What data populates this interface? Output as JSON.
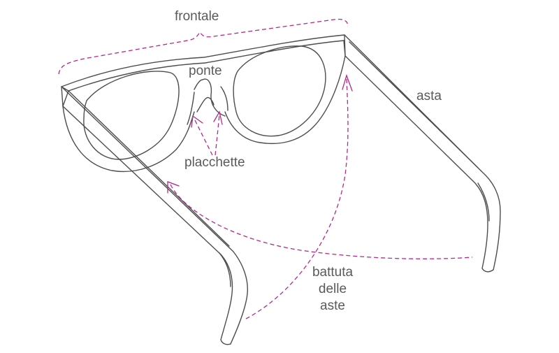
{
  "colors": {
    "line": "#4d4d4d",
    "accent": "#b5288f",
    "text": "#5a5a5a"
  },
  "labels": {
    "frontale": "frontale",
    "ponte": "ponte",
    "asta": "asta",
    "placchette": "placchette",
    "battuta_line1": "battuta",
    "battuta_line2": "delle",
    "battuta_line3": "aste"
  }
}
